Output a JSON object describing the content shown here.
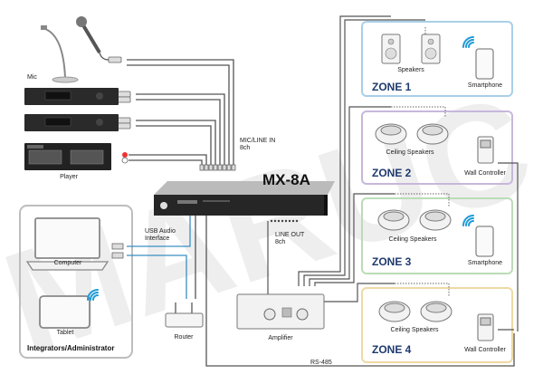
{
  "devices": {
    "mic": "Mic",
    "player": "Player",
    "mixer_model": "MX-8A",
    "computer": "Computer",
    "tablet": "Tablet",
    "router": "Router",
    "amplifier": "Amplifier"
  },
  "ports": {
    "mic_line_in": [
      "MIC/LINE IN",
      "8ch"
    ],
    "usb_audio": [
      "USB Audio",
      "Interface"
    ],
    "line_out": [
      "LINE OUT",
      "8ch"
    ],
    "rs485": "RS-485"
  },
  "admin_group": "Integrators/Administrator",
  "zones": [
    {
      "title": "ZONE 1",
      "speakers": "Speakers",
      "device": "Smartphone",
      "border_color": "#a9cfe8"
    },
    {
      "title": "ZONE 2",
      "speakers": "Ceiling Speakers",
      "device": "Wall Controller",
      "border_color": "#c7b7dc"
    },
    {
      "title": "ZONE 3",
      "speakers": "Ceiling Speakers",
      "device": "Smartphone",
      "border_color": "#bcdcb7"
    },
    {
      "title": "ZONE 4",
      "speakers": "Ceiling Speakers",
      "device": "Wall Controller",
      "border_color": "#efd9a3"
    }
  ],
  "colors": {
    "zone_title": "#1e3a6e",
    "wifi": "#1f9ad6",
    "usb_cable": "#3a8fc4"
  }
}
